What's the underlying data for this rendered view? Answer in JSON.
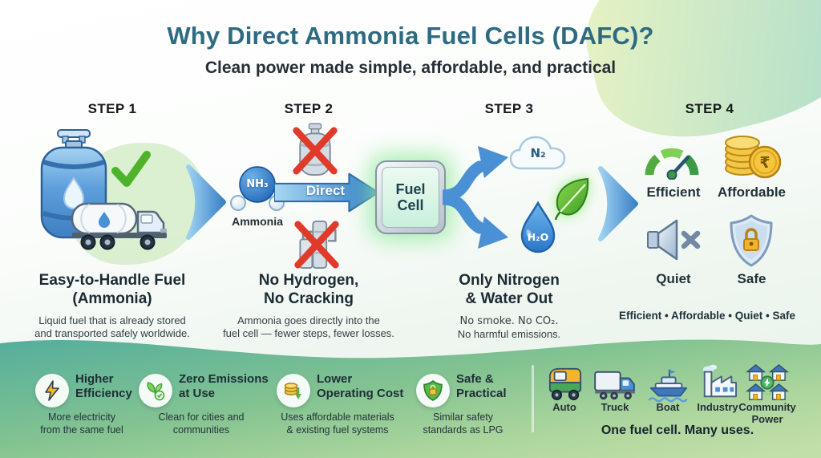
{
  "header": {
    "title": "Why Direct Ammonia Fuel Cells (DAFC)?",
    "subtitle": "Clean power made simple, affordable, and practical"
  },
  "steps": [
    {
      "label": "STEP 1",
      "heading": [
        "Easy-to-Handle Fuel",
        "(Ammonia)"
      ],
      "desc": [
        "Liquid fuel that is already stored",
        "and transported safely worldwide."
      ]
    },
    {
      "label": "STEP 2",
      "heading": [
        "No Hydrogen,",
        "No Cracking"
      ],
      "desc": [
        "Ammonia goes directly into the",
        "fuel cell — fewer steps, fewer losses."
      ]
    },
    {
      "label": "STEP 3",
      "heading": [
        "Only Nitrogen",
        "& Water Out"
      ],
      "desc": [
        "No smoke. No CO₂.",
        "No harmful emissions."
      ]
    },
    {
      "label": "STEP 4",
      "tagline": "Efficient • Affordable • Quiet • Safe"
    }
  ],
  "diagram": {
    "ammonia_molecule": {
      "formula": "NH₃",
      "label": "Ammonia"
    },
    "direct_arrow_label": "Direct",
    "fuel_cell": [
      "Fuel",
      "Cell"
    ],
    "outputs": {
      "nitrogen": "N₂",
      "water": "H₂O"
    }
  },
  "step4_badges": [
    {
      "label": "Efficient",
      "icon": "gauge-icon"
    },
    {
      "label": "Affordable",
      "icon": "coins-icon"
    },
    {
      "label": "Quiet",
      "icon": "muted-speaker-icon"
    },
    {
      "label": "Safe",
      "icon": "shield-lock-icon"
    }
  ],
  "benefits": [
    {
      "icon": "lightning-icon",
      "title": [
        "Higher",
        "Efficiency"
      ],
      "desc": [
        "More electricity",
        "from the same fuel"
      ]
    },
    {
      "icon": "sprout-icon",
      "title": [
        "Zero Emissions",
        "at Use"
      ],
      "desc": [
        "Clean for cities and",
        "communities"
      ]
    },
    {
      "icon": "coins-down-icon",
      "title": [
        "Lower",
        "Operating Cost"
      ],
      "desc": [
        "Uses affordable materials",
        "& existing fuel systems"
      ]
    },
    {
      "icon": "shield-check-icon",
      "title": [
        "Safe &",
        "Practical"
      ],
      "desc": [
        "Similar safety",
        "standards as LPG"
      ]
    }
  ],
  "use_cases": {
    "items": [
      {
        "label": "Auto"
      },
      {
        "label": "Truck"
      },
      {
        "label": "Boat"
      },
      {
        "label": "Industry"
      },
      {
        "label": "Community Power"
      }
    ],
    "tagline": "One fuel cell. Many uses."
  },
  "colors": {
    "title_teal": "#2e6b83",
    "arrow_blue": "#3a80c6",
    "success_green": "#4eb32a",
    "alert_red": "#e03a2a",
    "band_teal": "#54ae9c",
    "band_green": "#c1dfa8",
    "coin_gold": "#f2c746",
    "fuel_cell_glow": "#9fe6a0"
  }
}
